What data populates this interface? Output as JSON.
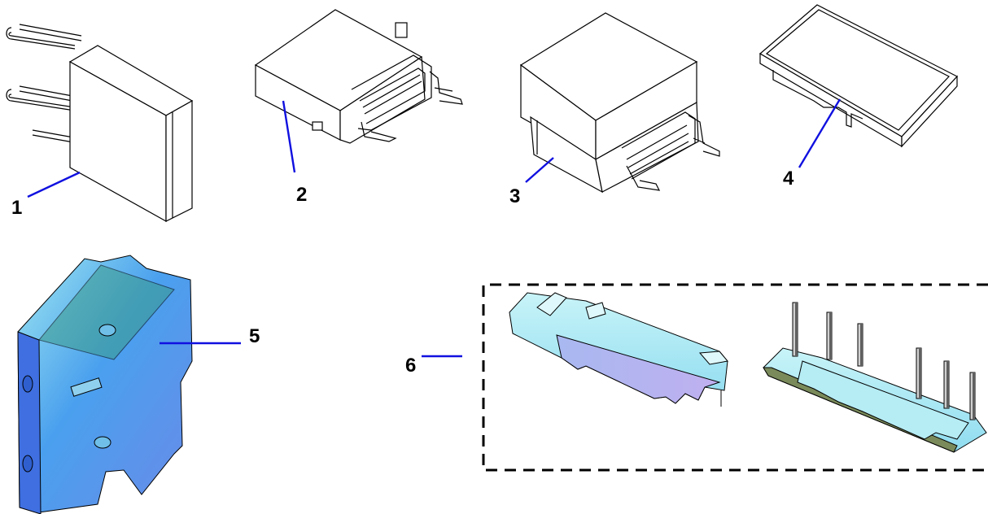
{
  "colors": {
    "leader_line": "#1010e0",
    "outline": "#000000",
    "face_light": "#ffffff",
    "metal_blue": "#3f8fe8",
    "metal_cyan": "#9fe8f0",
    "metal_violet": "#b4a8f0",
    "pin_gray": "#c8c8c8"
  },
  "parts": [
    {
      "number": "1",
      "icon": "suppressor-module-with-pins-icon"
    },
    {
      "number": "2",
      "icon": "front-mount-auxiliary-block-icon"
    },
    {
      "number": "3",
      "icon": "tall-auxiliary-block-icon"
    },
    {
      "number": "4",
      "icon": "cover-plate-icon"
    },
    {
      "number": "5",
      "icon": "side-mount-contact-block-icon"
    },
    {
      "number": "6",
      "icon": "connection-comb-bars-icon"
    }
  ]
}
